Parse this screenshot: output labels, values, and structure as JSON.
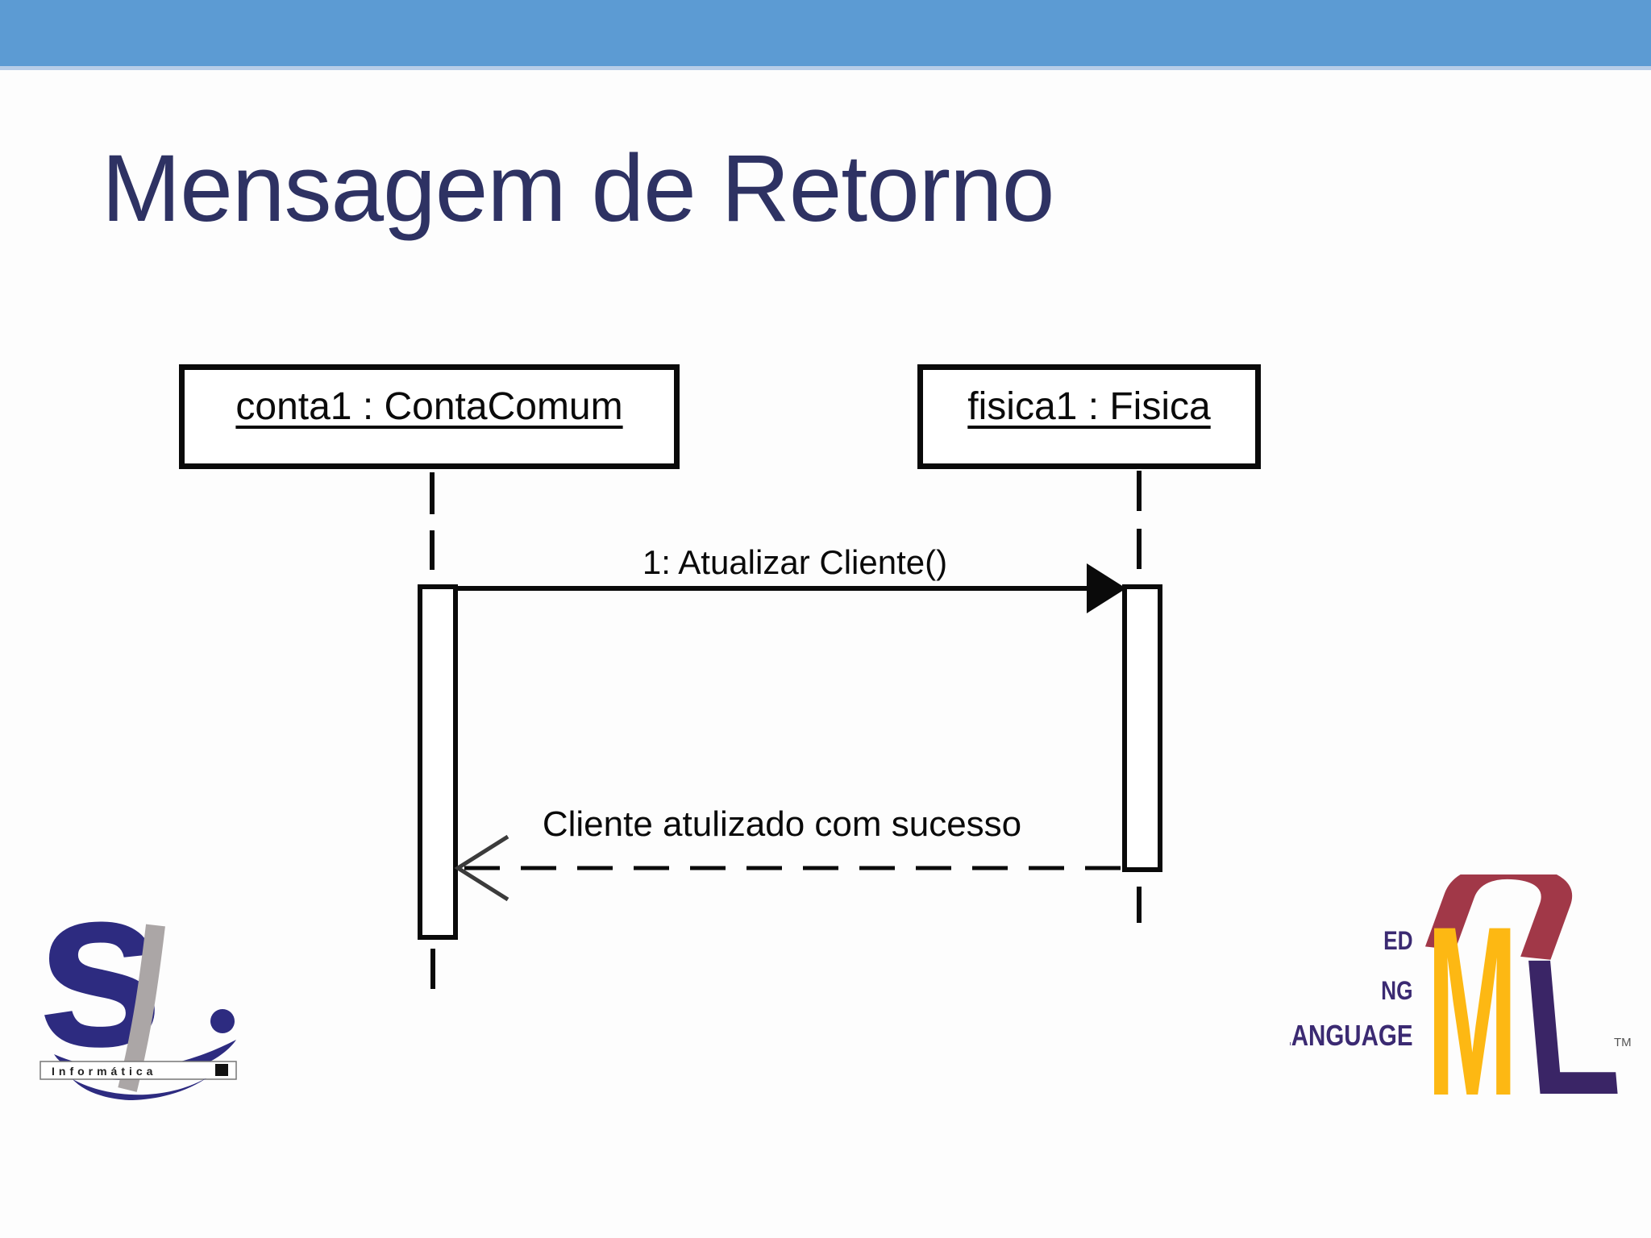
{
  "slide": {
    "title": "Mensagem de Retorno"
  },
  "diagram": {
    "objects": [
      {
        "label": "conta1 : ContaComum"
      },
      {
        "label": "fisica1 : Fisica"
      }
    ],
    "messages": [
      {
        "label": "1: Atualizar Cliente()",
        "type": "synchronous-call"
      },
      {
        "label": "Cliente atulizado com sucesso",
        "type": "return"
      }
    ]
  },
  "logos": {
    "sl_informatica": {
      "band_text": "Informática"
    },
    "uml": {
      "text_lines": [
        "ED",
        "NG",
        "LANGUAGE"
      ],
      "letter_u": "U",
      "letter_m": "M",
      "letter_l": "L",
      "trademark": "TM"
    }
  },
  "colors": {
    "header-blue": "#5C9BD3",
    "title-navy": "#2E3263",
    "diagram-ink": "#0a0a0a",
    "uml-u-red": "#A13848",
    "uml-m-yellow": "#FDB813",
    "uml-l-purple": "#3A2566",
    "uml-text-purple": "#3B2A72",
    "sl-navy": "#2D2B80",
    "sl-gray": "#ABA6A6"
  }
}
